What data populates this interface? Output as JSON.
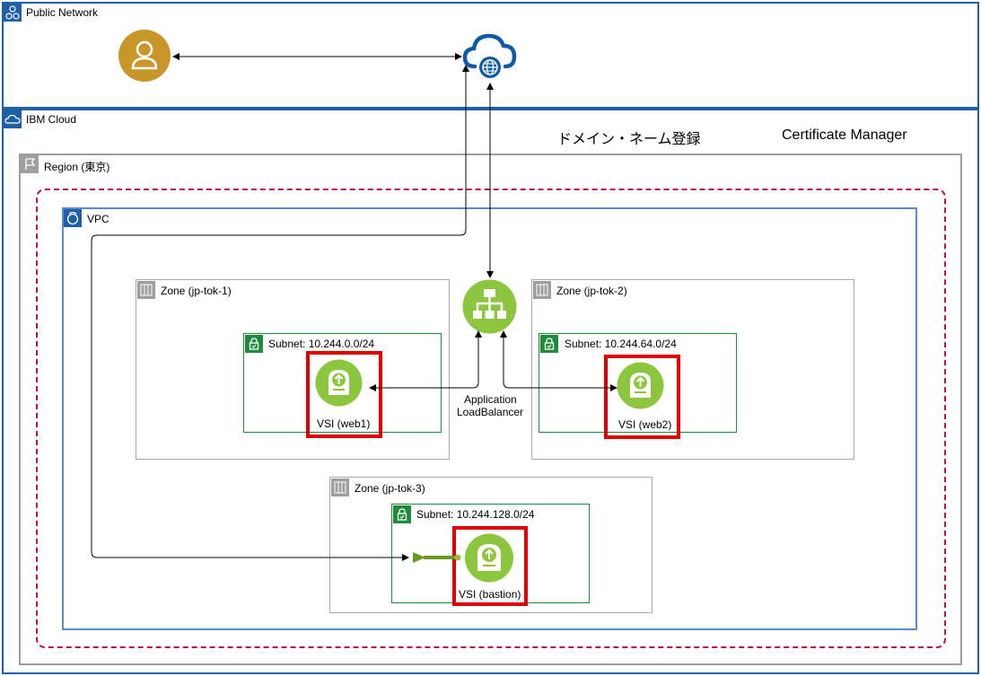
{
  "groups": {
    "public_network": "Public Network",
    "ibm_cloud": "IBM Cloud",
    "region": "Region (東京)",
    "vpc": "VPC",
    "zone1": "Zone (jp-tok-1)",
    "zone2": "Zone (jp-tok-2)",
    "zone3": "Zone (jp-tok-3)",
    "subnet1": "Subnet: 10.244.0.0/24",
    "subnet2": "Subnet: 10.244.64.0/24",
    "subnet3": "Subnet: 10.244.128.0/24"
  },
  "services": {
    "dns": "ドメイン・ネーム登録",
    "cert": "Certificate Manager"
  },
  "nodes": {
    "alb_line1": "Application",
    "alb_line2": "LoadBalancer",
    "vsi_web1": "VSI (web1)",
    "vsi_web2": "VSI (web2)",
    "vsi_bastion": "VSI (bastion)"
  },
  "icons": [
    "public-network-icon",
    "user-icon",
    "internet-cloud-icon",
    "ibm-cloud-icon",
    "region-flag-icon",
    "vpc-icon",
    "zone-icon",
    "subnet-lock-icon",
    "load-balancer-icon",
    "vsi-icon"
  ],
  "colors": {
    "public_border": "#1f5fa6",
    "ibm_border": "#1f5fa6",
    "region_border": "#9e9e9e",
    "dashed_red": "#b5174a",
    "vpc_border": "#5a8ad1",
    "zone_border": "#9e9e9e",
    "subnet_border": "#1f8a3c",
    "vsi_green": "#8cc63f",
    "highlight_red": "#e00000",
    "user_gold": "#c9962a",
    "cloud_blue": "#0f5aa6"
  }
}
